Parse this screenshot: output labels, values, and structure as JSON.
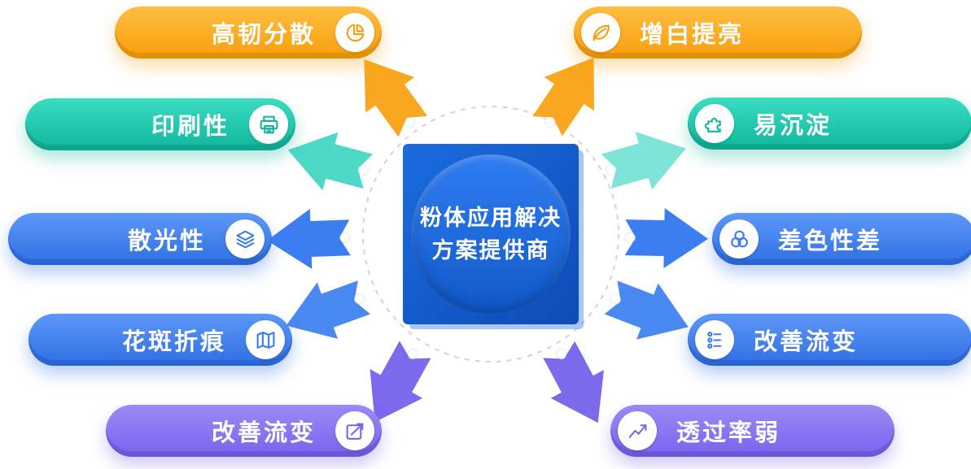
{
  "center": {
    "line1": "粉体应用解决",
    "line2": "方案提供商"
  },
  "pills": {
    "left": [
      {
        "label": "高韧分散",
        "icon": "pie-chart-icon",
        "color": "orange"
      },
      {
        "label": "印刷性",
        "icon": "printer-icon",
        "color": "teal"
      },
      {
        "label": "散光性",
        "icon": "layers-icon",
        "color": "blue"
      },
      {
        "label": "花斑折痕",
        "icon": "folded-map-icon",
        "color": "blue"
      },
      {
        "label": "改善流变",
        "icon": "trend-box-icon",
        "color": "purple"
      }
    ],
    "right": [
      {
        "label": "增白提亮",
        "icon": "leaf-icon",
        "color": "orange"
      },
      {
        "label": "易沉淀",
        "icon": "puzzle-icon",
        "color": "teal"
      },
      {
        "label": "差色性差",
        "icon": "overlap-circles-icon",
        "color": "blue"
      },
      {
        "label": "改善流变",
        "icon": "bullet-list-icon",
        "color": "blue"
      },
      {
        "label": "透过率弱",
        "icon": "line-chart-icon",
        "color": "purple"
      }
    ]
  },
  "colors": {
    "orange": "#F79E0C",
    "teal": "#0FB69C",
    "blue": "#2F6FE4",
    "purple": "#7A62ED",
    "center_square": "#0d4bb5",
    "center_circle": "#1f6fe0",
    "ring": "#ccd5e4"
  }
}
